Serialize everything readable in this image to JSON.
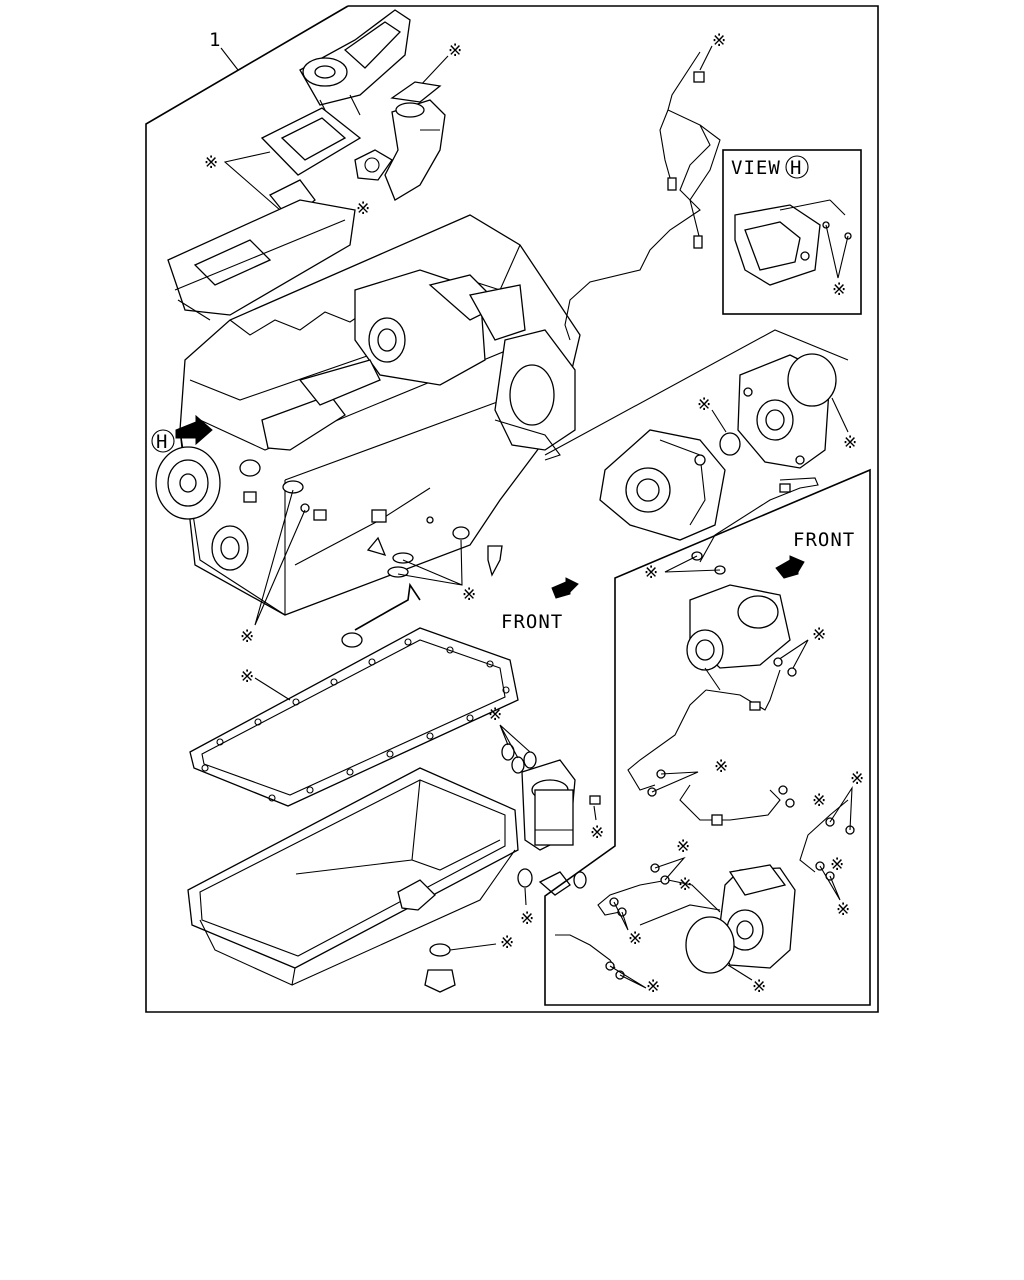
{
  "diagram": {
    "item_number": "1",
    "view_label": "VIEW",
    "view_id": "H",
    "view_marker": "H",
    "front_label_main": "FRONT",
    "front_label_inset": "FRONT",
    "note_symbol": "※"
  }
}
